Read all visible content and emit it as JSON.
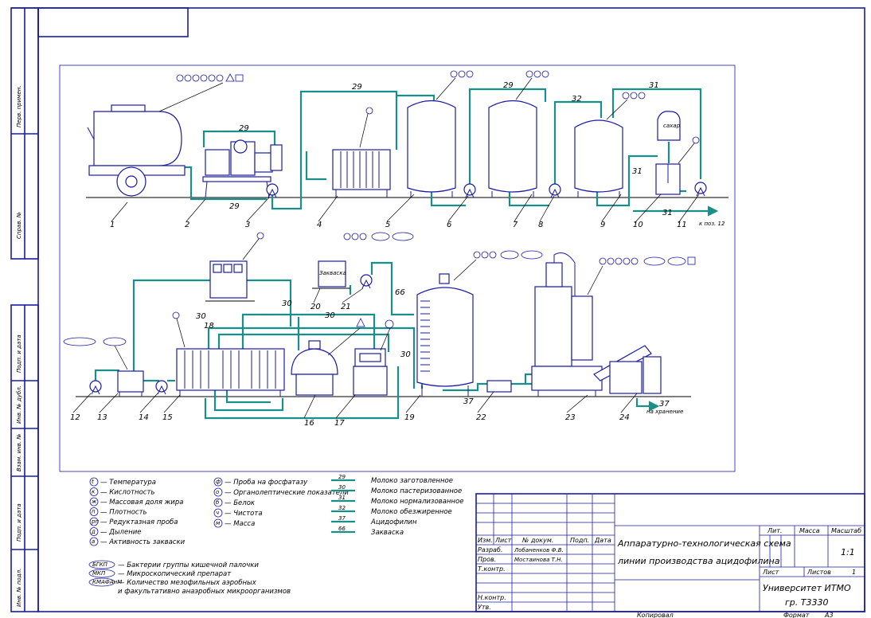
{
  "numbers": [
    "1",
    "2",
    "3",
    "4",
    "5",
    "6",
    "7",
    "8",
    "9",
    "10",
    "11",
    "12",
    "13",
    "14",
    "15",
    "16",
    "17",
    "18",
    "19",
    "20",
    "21",
    "22",
    "23",
    "24"
  ],
  "pipe_labels": {
    "p29a": "29",
    "p29b": "29",
    "p29c": "29",
    "p29d": "29",
    "p32": "32",
    "p31a": "31",
    "p31b": "31",
    "p31c": "31",
    "p30a": "30",
    "p30b": "30",
    "p30c": "30",
    "p30d": "30",
    "p66": "66",
    "p37": "37"
  },
  "callouts": {
    "to_fill": "к поз. 12",
    "to_storage": "на хранение",
    "sugar": "сахар",
    "starter": "Закваска",
    "c37": "37"
  },
  "side_labels": [
    "Перв. примен.",
    "Справ. №",
    "Подп. и дата",
    "Инв. № дубл.",
    "Взам. инв. №",
    "Подп. и дата",
    "Инв. № подл."
  ],
  "legend_symbols": [
    {
      "sym": "t",
      "text": "— Температура"
    },
    {
      "sym": "к",
      "text": "— Кислотность"
    },
    {
      "sym": "ж",
      "text": "— Массовая доля жира"
    },
    {
      "sym": "п",
      "text": "— Плотность"
    },
    {
      "sym": "рп",
      "text": "— Редуктазная проба"
    },
    {
      "sym": "д",
      "text": "— Дыление"
    },
    {
      "sym": "а",
      "text": "— Активность закваски"
    }
  ],
  "legend_symbols2": [
    {
      "sym": "ф",
      "text": "— Проба на фосфатазу"
    },
    {
      "sym": "о",
      "text": "— Органолептические показатели"
    },
    {
      "sym": "б",
      "text": "— Белок"
    },
    {
      "sym": "ч",
      "text": "— Чистота"
    },
    {
      "sym": "м",
      "text": "— Масса"
    }
  ],
  "legend_ovals": [
    {
      "sym": "БГКП",
      "text": "— Бактерии группы кишечной палочки"
    },
    {
      "sym": "МКП",
      "text": "— Микроскопический препарат"
    },
    {
      "sym": "КМАФАнМ",
      "text": "— Количество мезофильных аэробных"
    },
    {
      "sym": "",
      "text": "и факультативно анаэробных микроорганизмов"
    }
  ],
  "legend_lines": [
    {
      "code": "29",
      "text": "Молоко заготовленное"
    },
    {
      "code": "30",
      "text": "Молоко пастеризованное"
    },
    {
      "code": "31",
      "text": "Молоко нормализованное"
    },
    {
      "code": "32",
      "text": "Молоко обезжиренное"
    },
    {
      "code": "37",
      "text": "Ацидофилин"
    },
    {
      "code": "66",
      "text": "Закваска"
    }
  ],
  "stamp": {
    "title1": "Аппаратурно-технологическая схема",
    "title2": "линии производства ацидофилина",
    "col_izm": "Изм.",
    "col_list": "Лист",
    "col_doc": "№ докум.",
    "col_sign": "Подп.",
    "col_date": "Дата",
    "razrab": "Разраб.",
    "razrab_name": "Лобаненков Ф.В.",
    "prov": "Пров.",
    "prov_name": "Мостаинова Т.Н.",
    "tkontr": "Т.контр.",
    "nkontr": "Н.контр.",
    "utv": "Утв.",
    "lit": "Лит.",
    "massa": "Масса",
    "masshtab": "Масштаб",
    "scale": "1:1",
    "list": "Лист",
    "listov": "Листов",
    "listov_val": "1",
    "org1": "Университет ИТМО",
    "org2": "гр. Т3330",
    "copied": "Копировал",
    "format": "Формат",
    "format_val": "А3"
  }
}
